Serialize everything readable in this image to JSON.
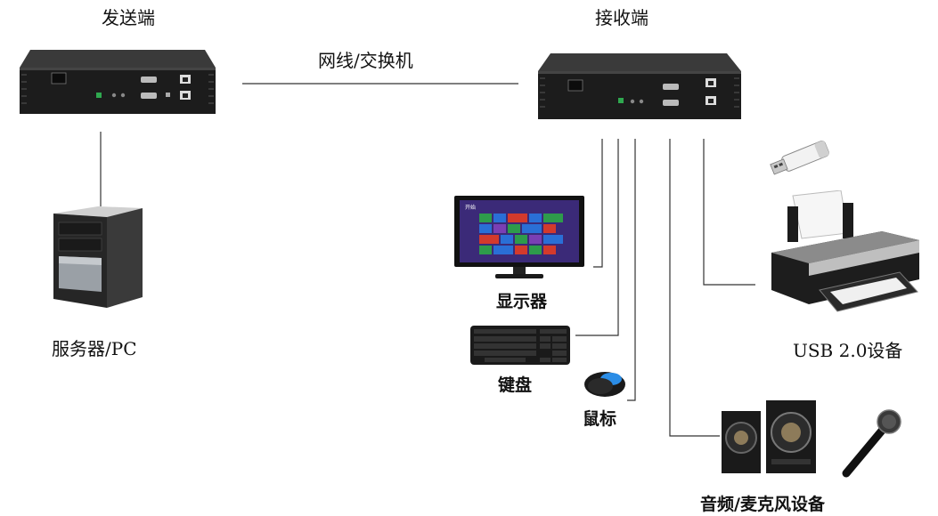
{
  "labels": {
    "sender": "发送端",
    "receiver": "接收端",
    "network": "网线/交换机",
    "server": "服务器/PC",
    "monitor": "显示器",
    "keyboard": "键盘",
    "mouse": "鼠标",
    "usb": "USB 2.0设备",
    "audio": "音频/麦克风设备"
  },
  "monitor_screen": {
    "title": "开始"
  },
  "colors": {
    "line": "#333333",
    "device_body": "#1c1c1c",
    "monitor_tile_green": "#2e9b4b",
    "monitor_tile_blue": "#2a6fd6",
    "monitor_tile_red": "#d33a2c",
    "monitor_tile_purple": "#7a3fb4",
    "mouse_accent": "#2b8de6"
  }
}
